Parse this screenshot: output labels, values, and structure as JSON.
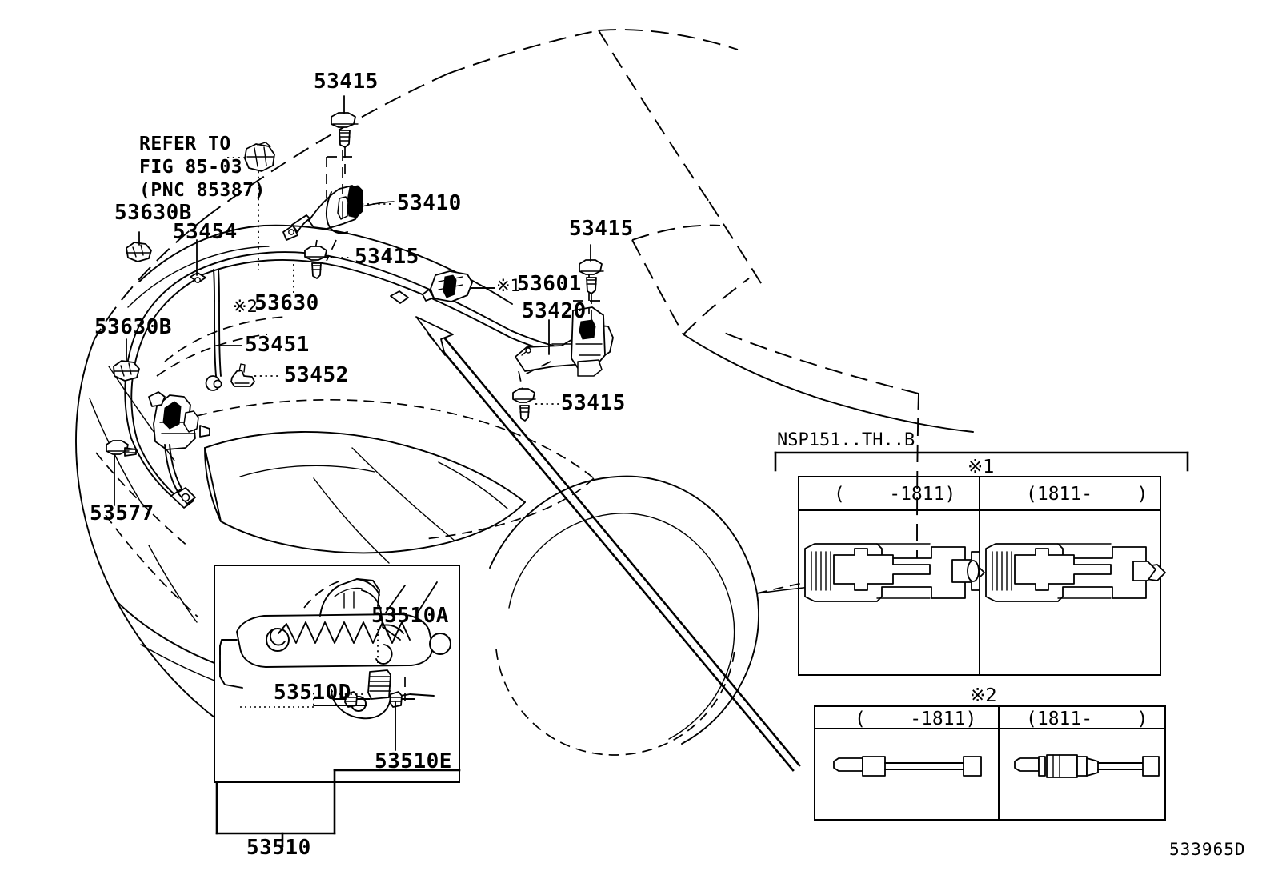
{
  "figure": {
    "id": "533965D",
    "title": "Hood Lock & Hinge parts diagram"
  },
  "callouts": {
    "refer_note": "REFER TO\nFIG 85-03\n(PNC 85387)",
    "p53415_top": "53415",
    "p53410": "53410",
    "p53415_mid_left": "53415",
    "p53415_right_top": "53415",
    "p53415_right_bottom": "53415",
    "p53630B_upper": "53630B",
    "p53630B_lower": "53630B",
    "p53454": "53454",
    "p53630": "53630",
    "p53630_mark": "※2",
    "p53451": "53451",
    "p53452": "53452",
    "p53601": "53601",
    "p53601_mark": "※1",
    "p53420": "53420",
    "p53577": "53577",
    "p53510A": "53510A",
    "p53510D": "53510D",
    "p53510E": "53510E",
    "p53510": "53510"
  },
  "variant_tables": [
    {
      "name": "table-1",
      "group_label": "NSP151..TH..B",
      "mark": "※1",
      "columns": [
        {
          "header": "(    -1811)",
          "item": "connector-type-a"
        },
        {
          "header": "(1811-    )",
          "item": "connector-type-b"
        }
      ]
    },
    {
      "name": "table-2",
      "group_label": "",
      "mark": "※2",
      "columns": [
        {
          "header": "(    -1811)",
          "item": "cable-type-a"
        },
        {
          "header": "(1811-    )",
          "item": "cable-type-b"
        }
      ]
    }
  ],
  "colors": {
    "line": "#000000",
    "background": "#ffffff"
  }
}
